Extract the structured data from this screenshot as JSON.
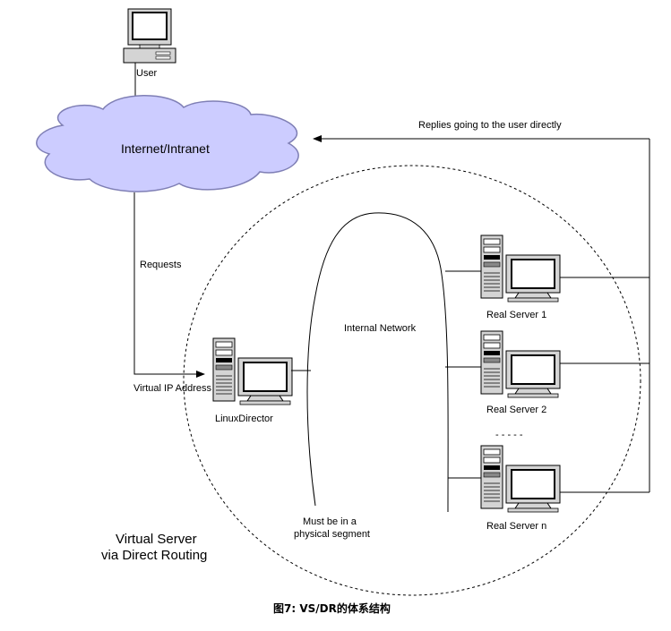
{
  "diagram": {
    "user_label": "User",
    "cloud_label": "Internet/Intranet",
    "replies_label": "Replies going to the user directly",
    "requests_label": "Requests",
    "internal_network_label": "Internal Network",
    "virtual_ip_label": "Virtual IP Address",
    "director_label": "LinuxDirector",
    "segment_label_line1": "Must be in a",
    "segment_label_line2": "physical segment",
    "ellipsis_label": "- - - - -",
    "real_servers": [
      "Real Server 1",
      "Real Server 2",
      "Real Server n"
    ],
    "title_line1": "Virtual Server",
    "title_line2": "via Direct Routing"
  },
  "caption": "图7: VS/DR的体系结构",
  "colors": {
    "cloud_fill": "#ccccff",
    "cloud_stroke": "#7f7fb5",
    "monitor_screen": "#ffffff",
    "chassis": "#d4d4d4"
  },
  "icons": [
    "desktop-pc-icon",
    "tower-server-icon",
    "cloud-icon"
  ]
}
